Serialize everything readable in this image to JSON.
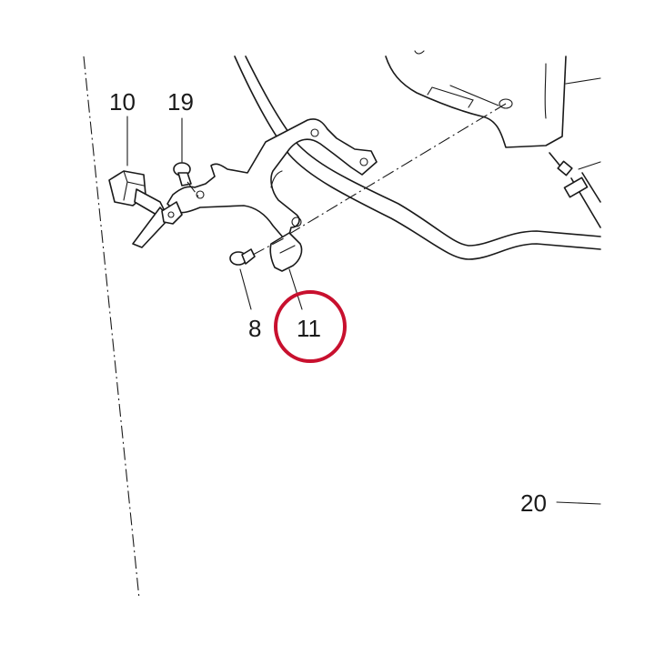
{
  "callouts": {
    "c10": "10",
    "c19": "19",
    "c8": "8",
    "c11": "11",
    "c20": "20"
  },
  "highlight": {
    "target": "11",
    "color": "#c8102e"
  },
  "colors": {
    "ink": "#1a1a1a",
    "background": "#ffffff"
  }
}
